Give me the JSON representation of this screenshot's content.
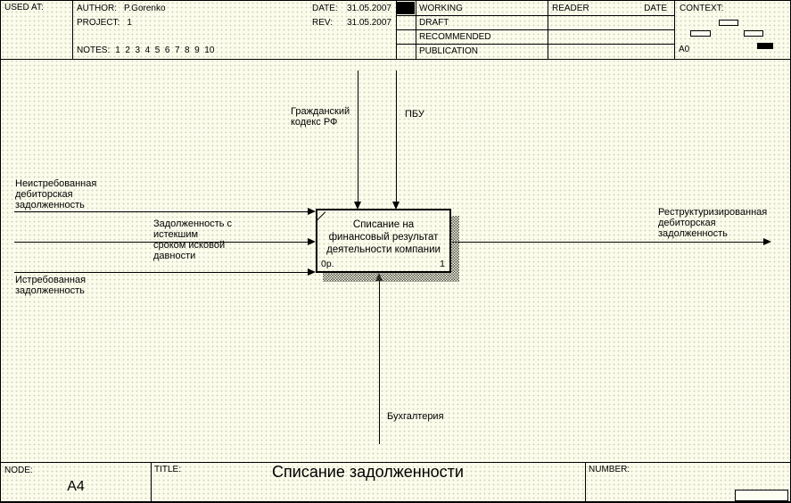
{
  "header": {
    "used_at_label": "USED AT:",
    "author_label": "AUTHOR:",
    "author_value": "P.Gorenko",
    "project_label": "PROJECT:",
    "project_value": "1",
    "notes_label": "NOTES:",
    "notes_values": "1  2  3  4  5  6  7  8  9  10",
    "date_label": "DATE:",
    "date_value": "31.05.2007",
    "rev_label": "REV:",
    "rev_value": "31.05.2007",
    "status_rows": [
      "WORKING",
      "DRAFT",
      "RECOMMENDED",
      "PUBLICATION"
    ],
    "reader_label": "READER",
    "reader_date_label": "DATE",
    "context_label": "CONTEXT:",
    "context_node": "A0"
  },
  "diagram": {
    "activity": {
      "name": "Списание на\nфинансовый результат\nдеятельности компании",
      "cost": "0р.",
      "node_number": "1"
    },
    "controls": [
      {
        "label": "Гражданский\nкодекс РФ"
      },
      {
        "label": "ПБУ"
      }
    ],
    "inputs": [
      {
        "label": "Неистребованная\nдебиторская\nзадолженность"
      },
      {
        "label": "Задолженность с\nистекшим\nсроком исковой\nдавности"
      },
      {
        "label": "Истребованная\nзадолженность"
      }
    ],
    "output": {
      "label": "Реструктуризированная\nдебиторская\nзадолженность"
    },
    "mechanism": {
      "label": "Бухгалтерия"
    }
  },
  "footer": {
    "node_label": "NODE:",
    "node_value": "A4",
    "title_label": "TITLE:",
    "title_value": "Списание задолженности",
    "number_label": "NUMBER:"
  },
  "colors": {
    "background": "#fcfcec",
    "line": "#000000",
    "shadow": "#55554a",
    "highlight_node": "#000000"
  }
}
